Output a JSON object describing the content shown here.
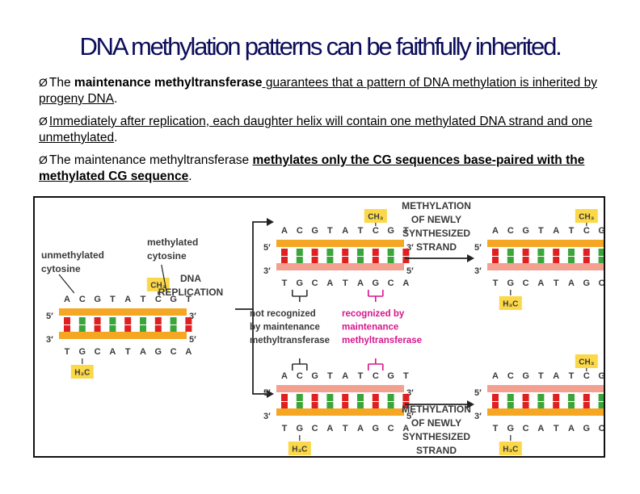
{
  "title": "DNA methylation patterns can be faithfully  inherited.",
  "bullets": {
    "b1": {
      "marker": "Ø",
      "pre": "The ",
      "bold": "maintenance methyltransferase",
      "under": " guarantees that a pattern of DNA methylation is inherited by progeny DNA",
      "post": "."
    },
    "b2": {
      "marker": "Ø",
      "under": "Immediately after replication, each daughter helix will contain one methylated DNA strand and one unmethylated",
      "post": "."
    },
    "b3": {
      "marker": "Ø",
      "pre": "The maintenance methyltransferase ",
      "bold_under": "methylates only the CG sequences base-paired with the methylated CG sequence",
      "post": "."
    }
  },
  "figure": {
    "top_seq": [
      "A",
      "C",
      "G",
      "T",
      "A",
      "T",
      "C",
      "G",
      "T"
    ],
    "bottom_seq": [
      "T",
      "G",
      "C",
      "A",
      "T",
      "A",
      "G",
      "C",
      "A"
    ],
    "end5": "5′",
    "end3": "3′",
    "ch3_top": "CH₃",
    "h3c_bottom": "H₃C",
    "label_unmethylated": [
      "unmethylated",
      "cytosine"
    ],
    "label_methylated": [
      "methylated",
      "cytosine"
    ],
    "label_replication": [
      "DNA",
      "REPLICATION"
    ],
    "label_not_recognized": [
      "not recognized",
      "by maintenance",
      "methyltransferase"
    ],
    "label_recognized": [
      "recognized by",
      "maintenance",
      "methyltransferase"
    ],
    "label_methylation": [
      "METHYLATION",
      "OF NEWLY",
      "SYNTHESIZED",
      "STRAND"
    ],
    "colors": {
      "old_strand": "#f5a623",
      "new_strand": "#f4a091",
      "green_rung": "#3aa63a",
      "red_rung": "#e02020",
      "text": "#3a3a3a",
      "ch3_box": "#fbd84a",
      "magenta": "#d6178c"
    }
  }
}
